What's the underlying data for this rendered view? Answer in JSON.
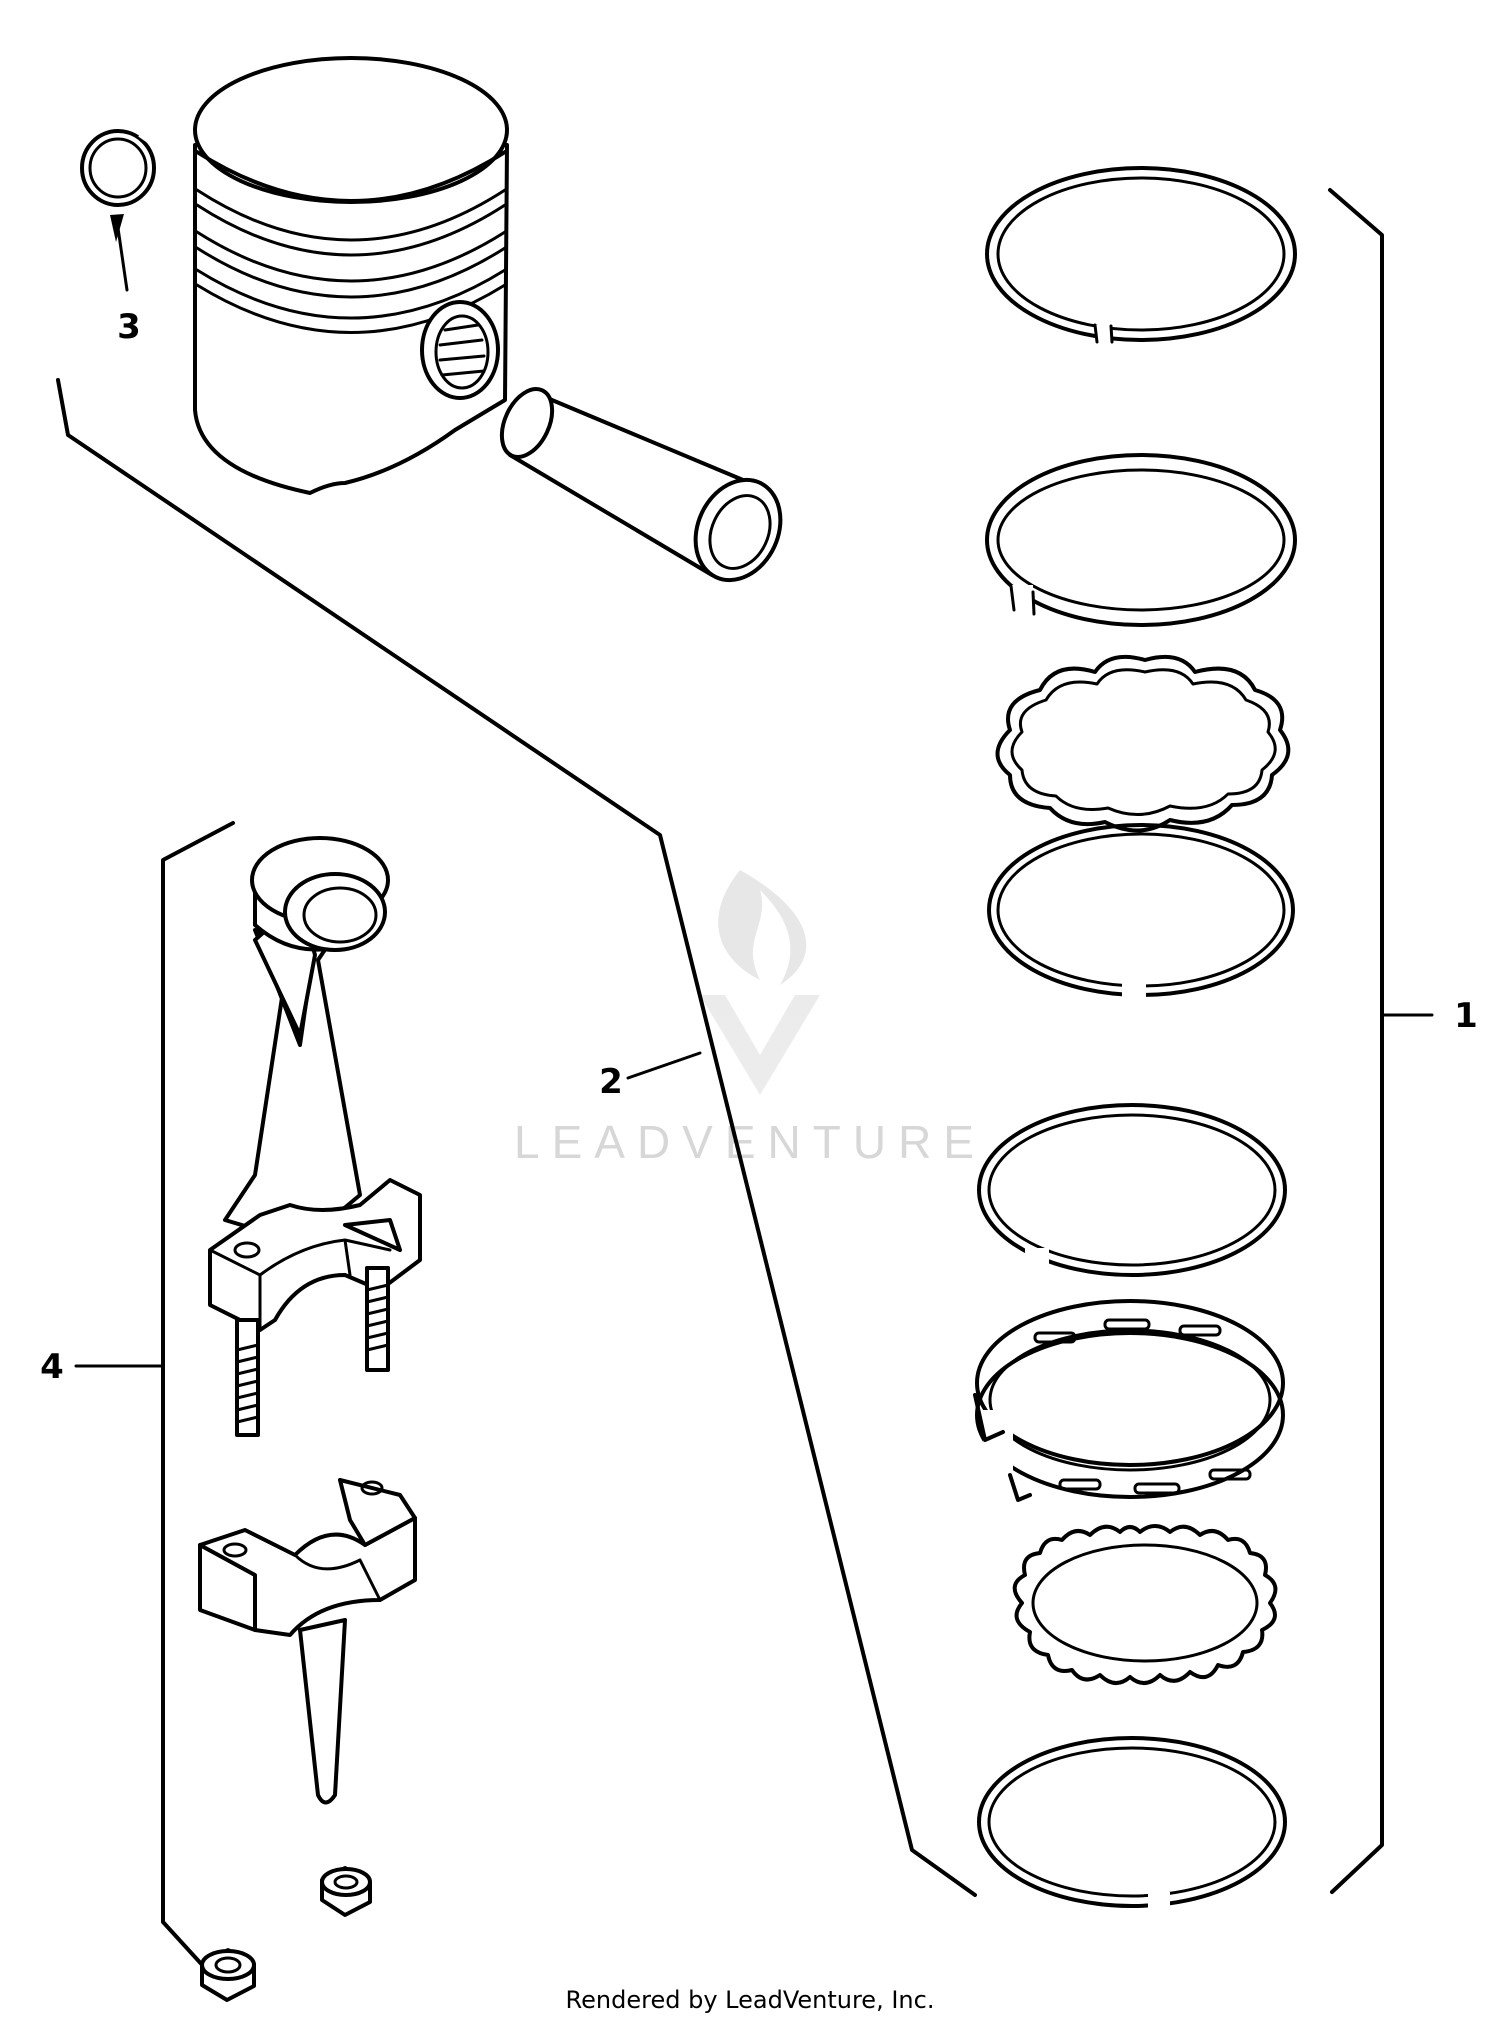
{
  "callouts": [
    {
      "id": "1",
      "label": "1"
    },
    {
      "id": "2",
      "label": "2"
    },
    {
      "id": "3",
      "label": "3"
    },
    {
      "id": "4",
      "label": "4"
    }
  ],
  "watermark": {
    "text": "LEADVENTURE"
  },
  "footer": {
    "text": "Rendered by LeadVenture, Inc."
  }
}
